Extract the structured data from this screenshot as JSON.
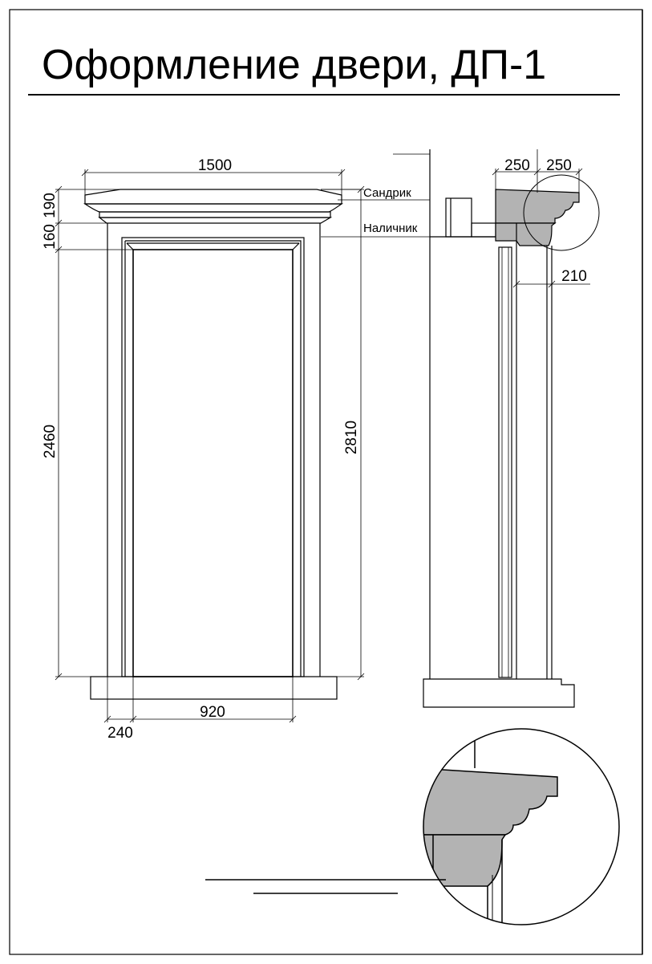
{
  "title": "Оформление двери, ДП-1",
  "labels": {
    "sandrik": "Сандрик",
    "nalichnik": "Наличник"
  },
  "dimensions": {
    "overall_width": "1500",
    "sandrik_height": "190",
    "nalichnik_height": "160",
    "opening_height": "2460",
    "total_height": "2810",
    "opening_width": "920",
    "jamb_width": "240",
    "side_top_left": "250",
    "side_top_right": "250",
    "side_depth": "210"
  },
  "colors": {
    "line": "#000000",
    "profile_fill": "#b3b3b3",
    "background": "#ffffff"
  }
}
